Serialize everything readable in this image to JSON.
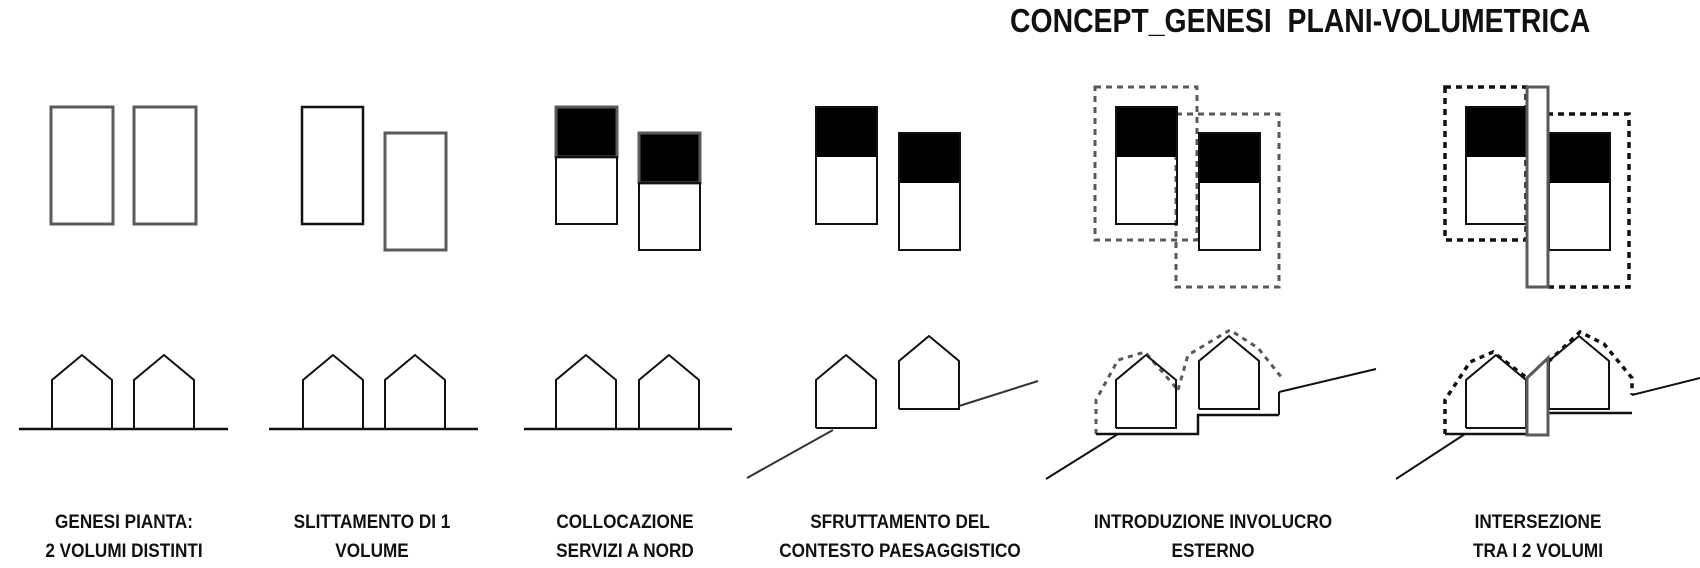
{
  "title": "CONCEPT_GENESI  PLANI-VOLUMETRICA",
  "steps": [
    {
      "line1": "GENESI PIANTA:",
      "line2": "2 VOLUMI DISTINTI"
    },
    {
      "line1": "SLITTAMENTO DI 1",
      "line2": "VOLUME"
    },
    {
      "line1": "COLLOCAZIONE",
      "line2": "SERVIZI A NORD"
    },
    {
      "line1": "SFRUTTAMENTO DEL",
      "line2": "CONTESTO PAESAGGISTICO"
    },
    {
      "line1": "INTRODUZIONE INVOLUCRO",
      "line2": "ESTERNO"
    },
    {
      "line1": "INTERSEZIONE",
      "line2": "TRA I 2 VOLUMI"
    }
  ],
  "colors": {
    "stroke": "#111111",
    "grey": "#5a5a5a",
    "fill": "#000000"
  }
}
